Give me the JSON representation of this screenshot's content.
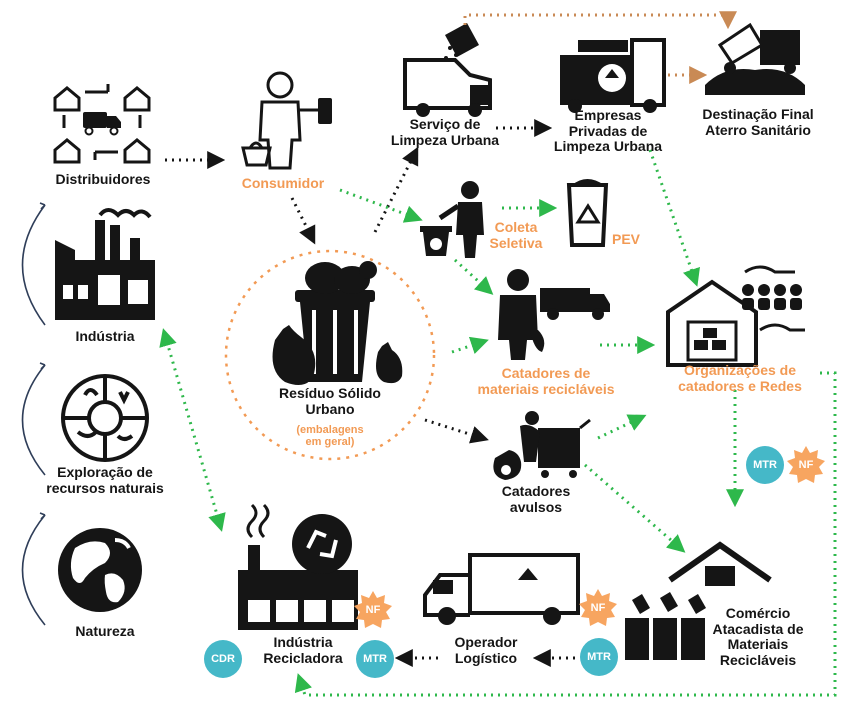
{
  "nodes": {
    "distribuidores": "Distribuidores",
    "consumidor": "Consumidor",
    "industria": "Indústria",
    "exploracao_line1": "Exploração de",
    "exploracao_line2": "recursos naturais",
    "natureza": "Natureza",
    "residuo_line1": "Resíduo Sólido",
    "residuo_line2": "Urbano",
    "residuo_sub1": "(embalagens",
    "residuo_sub2": "em geral)",
    "servico_line1": "Serviço de",
    "servico_line2": "Limpeza Urbana",
    "empresas_line1": "Empresas",
    "empresas_line2": "Privadas de",
    "empresas_line3": "Limpeza Urbana",
    "destinacao_line1": "Destinação Final",
    "destinacao_line2": "Aterro Sanitário",
    "coleta_line1": "Coleta",
    "coleta_line2": "Seletiva",
    "pev": "PEV",
    "catadores_mat_line1": "Catadores de",
    "catadores_mat_line2": "materiais recicláveis",
    "organizacoes_line1": "Organizações de",
    "organizacoes_line2": "catadores e Redes",
    "catadores_avulsos_line1": "Catadores",
    "catadores_avulsos_line2": "avulsos",
    "comercio_line1": "Comércio",
    "comercio_line2": "Atacadista de",
    "comercio_line3": "Materiais",
    "comercio_line4": "Recicláveis",
    "operador_line1": "Operador",
    "operador_line2": "Logístico",
    "industria_rec_line1": "Indústria",
    "industria_rec_line2": "Recicladora"
  },
  "badges": {
    "mtr": "MTR",
    "nf": "NF",
    "cdr": "CDR"
  },
  "colors": {
    "dark": "#151515",
    "orange": "#f29a54",
    "green_arrow": "#2eb84b",
    "brown_arrow": "#c98a55",
    "teal": "#45b8c8",
    "badge_orange": "#f7a560"
  },
  "icons": [
    "warehouse-icon",
    "delivery-truck-icon",
    "consumer-icon",
    "shopping-basket-icon",
    "factory-icon",
    "natural-resources-icon",
    "globe-icon",
    "trash-bin-icon",
    "garbage-truck-icon",
    "recycling-truck-icon",
    "landfill-truck-icon",
    "person-throwing-trash-icon",
    "recycle-bin-icon",
    "waste-picker-icon",
    "truck-icon",
    "cooperative-building-icon",
    "people-group-icon",
    "hands-icon",
    "cart-icon",
    "trash-bag-icon",
    "wholesale-warehouse-icon",
    "recycling-bins-icon",
    "logistics-truck-icon",
    "recycling-factory-icon",
    "recycle-symbol-icon"
  ]
}
